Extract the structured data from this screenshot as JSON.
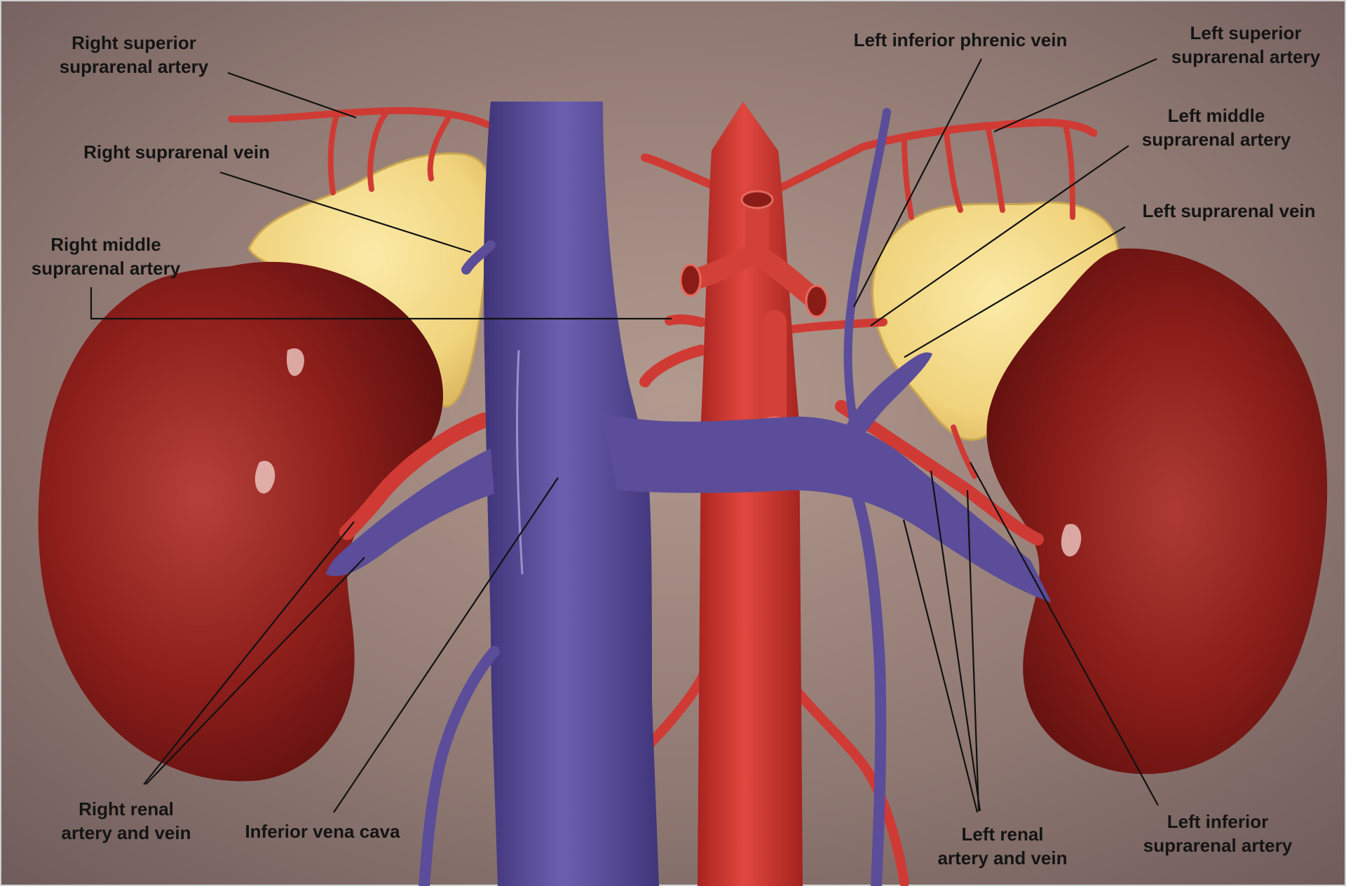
{
  "labels": {
    "right_superior_suprarenal_artery": [
      "Right superior",
      "suprarenal artery"
    ],
    "right_suprarenal_vein": [
      "Right suprarenal vein"
    ],
    "right_middle_suprarenal_artery": [
      "Right middle",
      "suprarenal artery"
    ],
    "right_renal_artery_and_vein": [
      "Right renal",
      "artery and vein"
    ],
    "inferior_vena_cava": [
      "Inferior vena cava"
    ],
    "left_inferior_phrenic_vein": [
      "Left inferior phrenic vein"
    ],
    "left_superior_suprarenal_artery": [
      "Left superior",
      "suprarenal artery"
    ],
    "left_middle_suprarenal_artery": [
      "Left middle",
      "suprarenal artery"
    ],
    "left_suprarenal_vein": [
      "Left suprarenal vein"
    ],
    "left_renal_artery_and_vein": [
      "Left renal",
      "artery and vein"
    ],
    "left_inferior_suprarenal_artery": [
      "Left inferior",
      "suprarenal artery"
    ]
  },
  "colors": {
    "kidney": "#8e1c18",
    "artery": "#cf3b34",
    "vein": "#5d4e9a",
    "adrenal": "#f3dc8a",
    "background": "#8a7470",
    "leader_line": "#111111"
  }
}
